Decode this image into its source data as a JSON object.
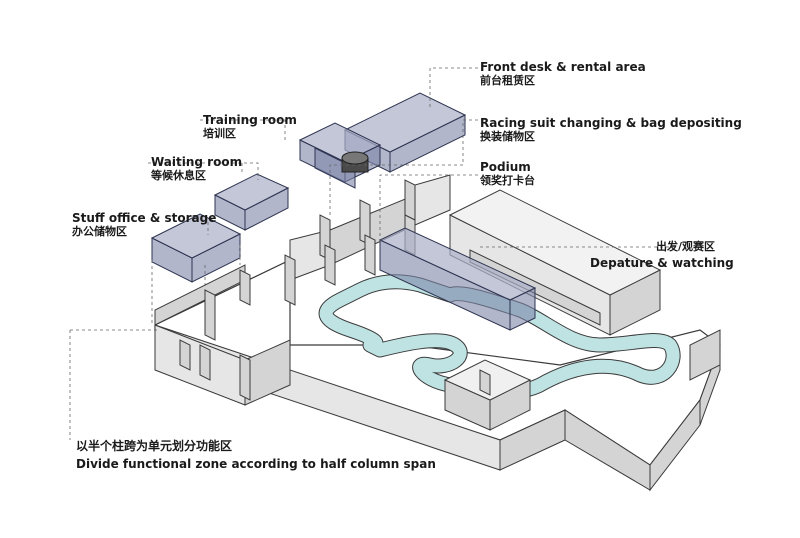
{
  "labels": {
    "front_desk": {
      "en": "Front desk & rental area",
      "cn": "前台租赁区"
    },
    "training": {
      "en": "Training room",
      "cn": "培训区"
    },
    "racing_suit": {
      "en": "Racing suit changing & bag depositing",
      "cn": "换装储物区"
    },
    "podium": {
      "en": "Podium",
      "cn": "领奖打卡台"
    },
    "waiting": {
      "en": "Waiting room",
      "cn": "等候休息区"
    },
    "stuff_office": {
      "en": "Stuff office & storage",
      "cn": "办公储物区"
    },
    "departure": {
      "cn": "出发/观赛区",
      "en": "Depature & watching"
    },
    "bottom_note": {
      "cn": "以半个柱跨为单元划分功能区",
      "en": "Divide functional zone according to half column span"
    }
  },
  "colors": {
    "track": "#bfe3e3",
    "zone_fill": "#7d86a8",
    "wall": "#cfcfcf",
    "line": "#3a3a3a",
    "leader": "#666666"
  }
}
